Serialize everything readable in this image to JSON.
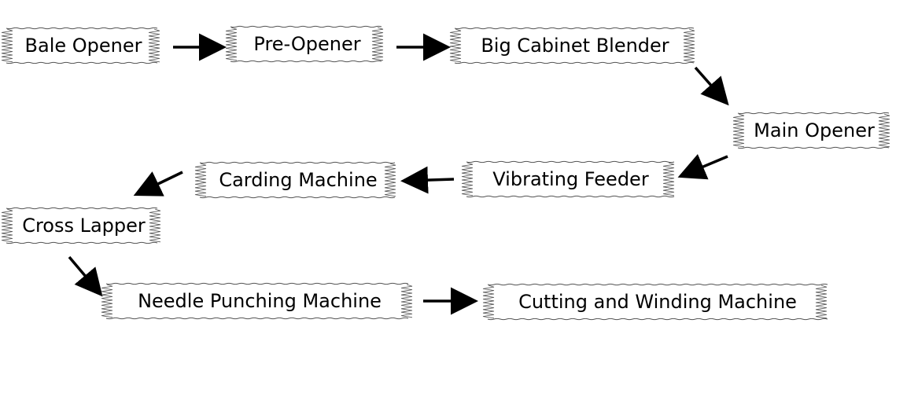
{
  "diagram": {
    "nodes": [
      {
        "id": "bale-opener",
        "label": "Bale Opener"
      },
      {
        "id": "pre-opener",
        "label": "Pre-Opener"
      },
      {
        "id": "big-cabinet-blender",
        "label": "Big Cabinet Blender"
      },
      {
        "id": "main-opener",
        "label": "Main Opener"
      },
      {
        "id": "vibrating-feeder",
        "label": "Vibrating Feeder"
      },
      {
        "id": "carding-machine",
        "label": "Carding Machine"
      },
      {
        "id": "cross-lapper",
        "label": "Cross Lapper"
      },
      {
        "id": "needle-punching-machine",
        "label": "Needle Punching Machine"
      },
      {
        "id": "cutting-and-winding-machine",
        "label": "Cutting and Winding Machine"
      }
    ],
    "edges": [
      {
        "from": "bale-opener",
        "to": "pre-opener"
      },
      {
        "from": "pre-opener",
        "to": "big-cabinet-blender"
      },
      {
        "from": "big-cabinet-blender",
        "to": "main-opener"
      },
      {
        "from": "main-opener",
        "to": "vibrating-feeder"
      },
      {
        "from": "vibrating-feeder",
        "to": "carding-machine"
      },
      {
        "from": "carding-machine",
        "to": "cross-lapper"
      },
      {
        "from": "cross-lapper",
        "to": "needle-punching-machine"
      },
      {
        "from": "needle-punching-machine",
        "to": "cutting-and-winding-machine"
      }
    ],
    "colors": {
      "stroke": "#000000",
      "node_border": "#555555",
      "fill": "#ffffff"
    }
  }
}
